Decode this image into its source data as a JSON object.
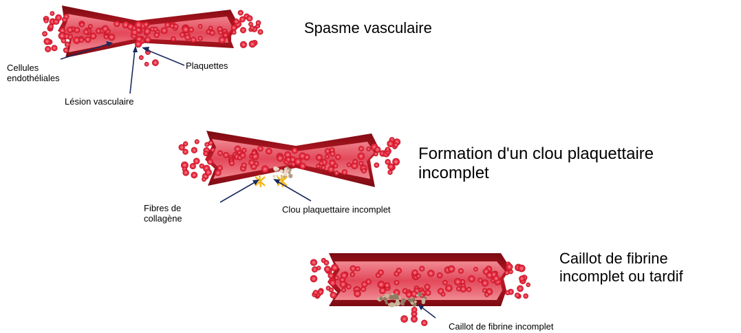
{
  "stages": [
    {
      "title": "Spasme vasculaire",
      "labels": {
        "endothelial": "Cellules\nendothéliales",
        "platelets": "Plaquettes",
        "lesion": "Lésion vasculaire"
      }
    },
    {
      "title": "Formation d'un clou plaquettaire\nincomplet",
      "labels": {
        "collagen": "Fibres de\ncollagène",
        "plug": "Clou plaquettaire incomplet"
      }
    },
    {
      "title": "Caillot de fibrine\nincomplet ou tardif",
      "labels": {
        "clot": "Caillot de fibrine incomplet"
      }
    }
  ],
  "colors": {
    "vessel_wall": "#a8141c",
    "vessel_lumen": "#e3485a",
    "red_cell": "#e8283e",
    "arrow": "#1a2a5e",
    "collagen": "#f2b81c",
    "clot": "#c9b59a"
  }
}
